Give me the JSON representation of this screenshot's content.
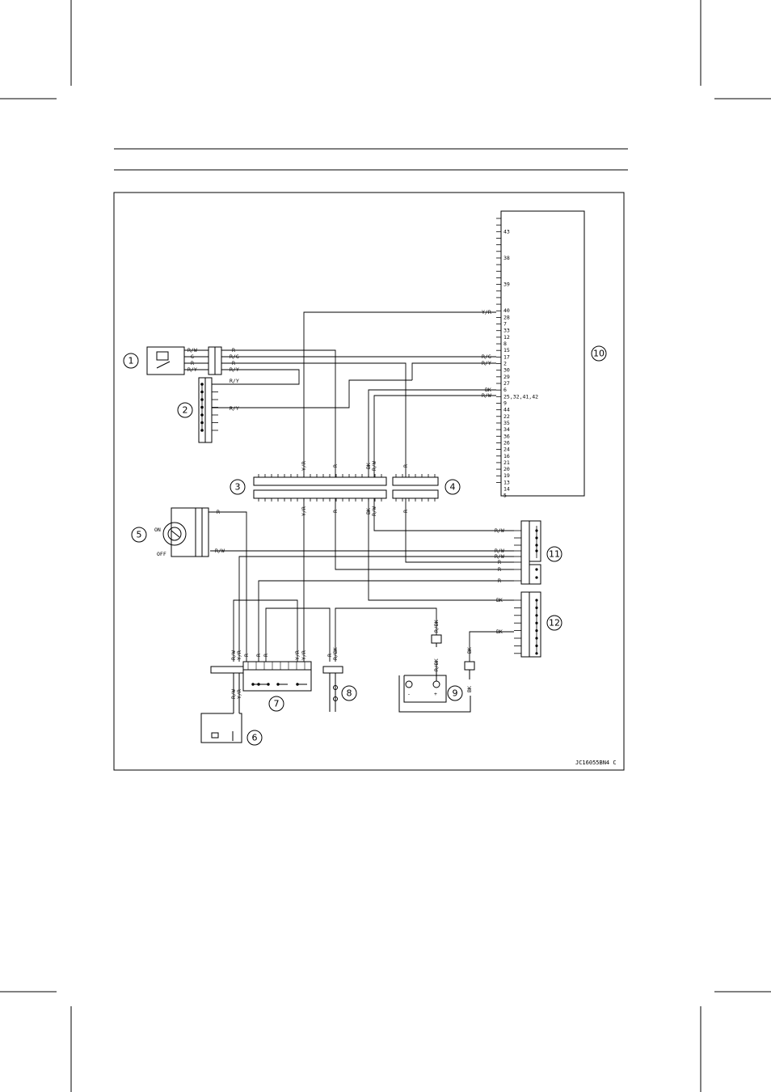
{
  "diagram": {
    "code": "JC16055BN4 C",
    "callouts": [
      "1",
      "2",
      "3",
      "4",
      "5",
      "6",
      "7",
      "8",
      "9",
      "10",
      "11",
      "12"
    ],
    "ecu_pins": [
      "43",
      "38",
      "39",
      "40",
      "28",
      "7",
      "33",
      "12",
      "8",
      "15",
      "17",
      "2",
      "30",
      "29",
      "27",
      "6",
      "25,32,41,42",
      "9",
      "44",
      "22",
      "35",
      "34",
      "36",
      "26",
      "24",
      "16",
      "21",
      "20",
      "19",
      "13",
      "14",
      "5"
    ],
    "wire_labels": {
      "c1": [
        "R/W",
        "G",
        "R",
        "R/Y"
      ],
      "c1_right": [
        "R",
        "R/G",
        "R",
        "R/Y"
      ],
      "c2": [
        "R/Y",
        "R/Y"
      ],
      "ecu_side": [
        "Y/R",
        "R/G",
        "R/Y",
        "BK",
        "R/W"
      ],
      "c3_top": [
        "Y/R",
        "R",
        "BK",
        "R/W"
      ],
      "c4_top": [
        "R"
      ],
      "c3_bottom": [
        "Y/R",
        "R",
        "BK",
        "R/W"
      ],
      "c4_bottom": [
        "R"
      ],
      "c5": [
        "R",
        "R/W"
      ],
      "ignition": [
        "ON",
        "OFF"
      ],
      "c11": [
        "R/W",
        "R/W",
        "R/W",
        "R",
        "R",
        "R"
      ],
      "c12": [
        "BK",
        "BK"
      ],
      "c7_top": [
        "R/W",
        "Y/R",
        "R",
        "R",
        "R",
        "Y/R",
        "Y/R"
      ],
      "c6": [
        "R/W",
        "Y/R"
      ],
      "c8": [
        "R",
        "R/BK"
      ],
      "c9": [
        "R/BK",
        "R/BK",
        "BK",
        "BK"
      ],
      "battery": [
        "-",
        "+"
      ]
    }
  }
}
